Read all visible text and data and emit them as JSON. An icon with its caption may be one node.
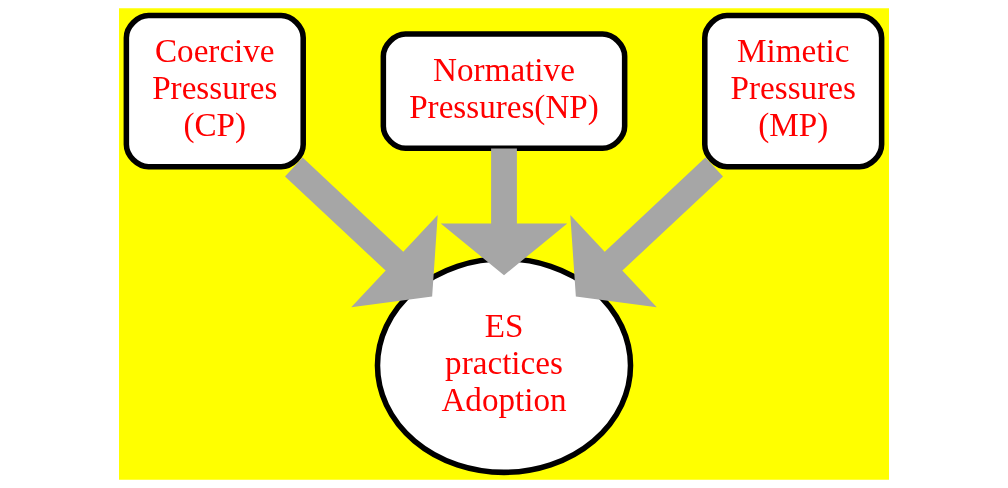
{
  "diagram": {
    "nodes": [
      {
        "text": [
          "Coercive Pressures (CP)"
        ]
      },
      {
        "text": [
          "Normative Pressures(NP)"
        ]
      },
      {
        "text": [
          "Mimetic Pressures (MP)"
        ]
      },
      {
        "text": [
          "ES practices Adoption"
        ]
      }
    ],
    "edges": [
      {
        "from": 0,
        "to": 3,
        "arrow": "to"
      },
      {
        "from": 1,
        "to": 3,
        "arrow": "to"
      },
      {
        "from": 2,
        "to": 3,
        "arrow": "to"
      }
    ]
  }
}
